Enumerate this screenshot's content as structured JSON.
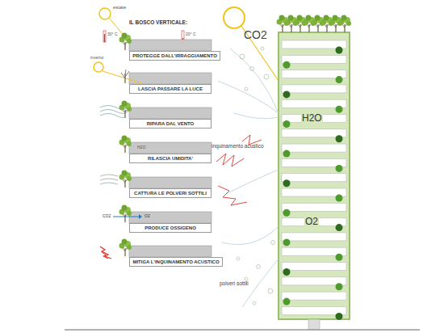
{
  "diagram": {
    "nodes": [
      {
        "text": [
          "PROTEGGE DALL'IRRAGGIAMENTO"
        ]
      },
      {
        "text": [
          "LASCIA PASSARE LA LUCE"
        ]
      },
      {
        "text": [
          "RIPARA DAL VENTO"
        ]
      },
      {
        "text": [
          "RILASCIA UMIDITA'"
        ]
      },
      {
        "text": [
          "CATTURA LE POLVERI SOTTILI"
        ]
      },
      {
        "text": [
          "PRODUCE OSSIGENO"
        ]
      },
      {
        "text": [
          "MITIGA L'INQUINAMENTO ACUSTICO"
        ]
      },
      {
        "text": [
          "H2O",
          "O2"
        ]
      }
    ],
    "labels": [
      "estate",
      "IL BOSCO VERTICALE:",
      "30° C",
      "20° C",
      "inverno",
      "H2O",
      "CO2",
      "O2",
      "CO2",
      "inquinamento acustico",
      "polveri sottili"
    ]
  }
}
